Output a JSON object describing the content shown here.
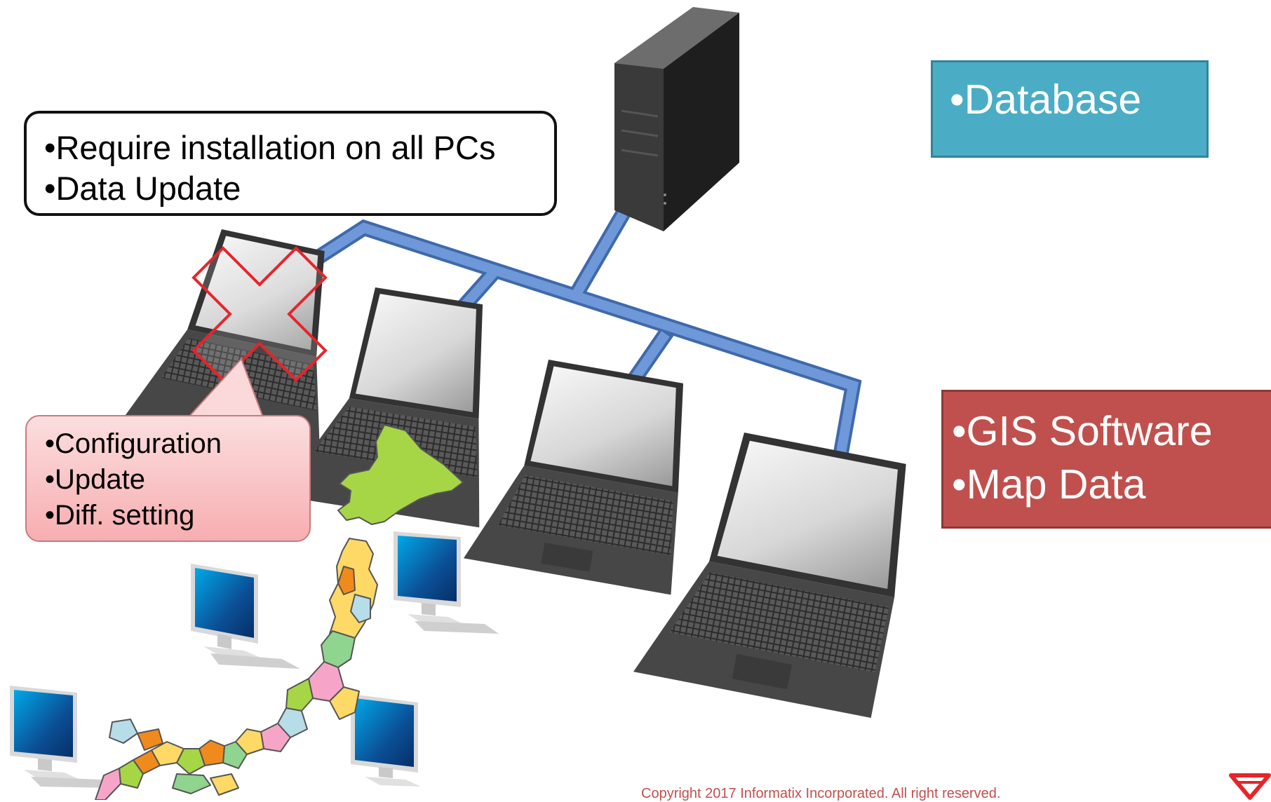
{
  "callouts": {
    "requirements": [
      "Require installation on all PCs",
      "Data Update"
    ],
    "server_side": [
      "Database"
    ],
    "client_side": [
      "GIS Software",
      "Map Data"
    ],
    "maintenance": [
      "Configuration",
      "Update",
      "Diff. setting"
    ]
  },
  "footer": {
    "copyright": "Copyright 2017 Informatix Incorporated. All right reserved."
  },
  "colors": {
    "database_box": "#4bacc6",
    "gis_box": "#c0504d",
    "network_line": "#5b86c9",
    "strike_x": "#e8242a",
    "config_bubble": "#f7b3b5",
    "map_green": "#a6d646"
  },
  "icons": [
    "server-tower-icon",
    "laptop-icon",
    "desktop-monitor-icon",
    "japan-map-icon",
    "strike-x-icon",
    "company-logo-icon"
  ]
}
